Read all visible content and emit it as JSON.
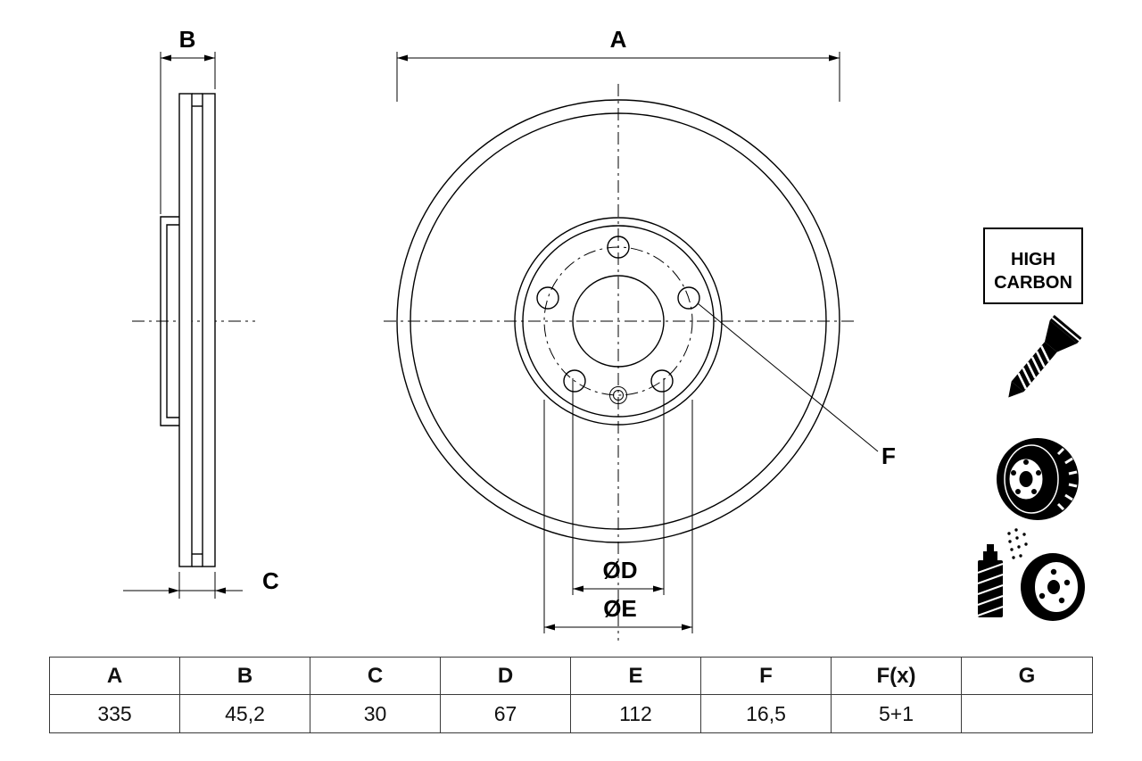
{
  "colors": {
    "ink": "#000000",
    "background": "#ffffff"
  },
  "drawing": {
    "dim_a": "A",
    "dim_b": "B",
    "dim_c": "C",
    "dim_d": "ØD",
    "dim_e": "ØE",
    "dim_f": "F",
    "badge": {
      "line1": "HIGH",
      "line2": "CARBON"
    },
    "icons": {
      "screw": "countersunk-screw-icon",
      "disc": "vented-brake-disc-icon",
      "spray": "spray-coated-disc-icon"
    }
  },
  "table": {
    "headers": [
      "A",
      "B",
      "C",
      "D",
      "E",
      "F",
      "F(x)",
      "G"
    ],
    "values": [
      "335",
      "45,2",
      "30",
      "67",
      "112",
      "16,5",
      "5+1",
      ""
    ]
  }
}
